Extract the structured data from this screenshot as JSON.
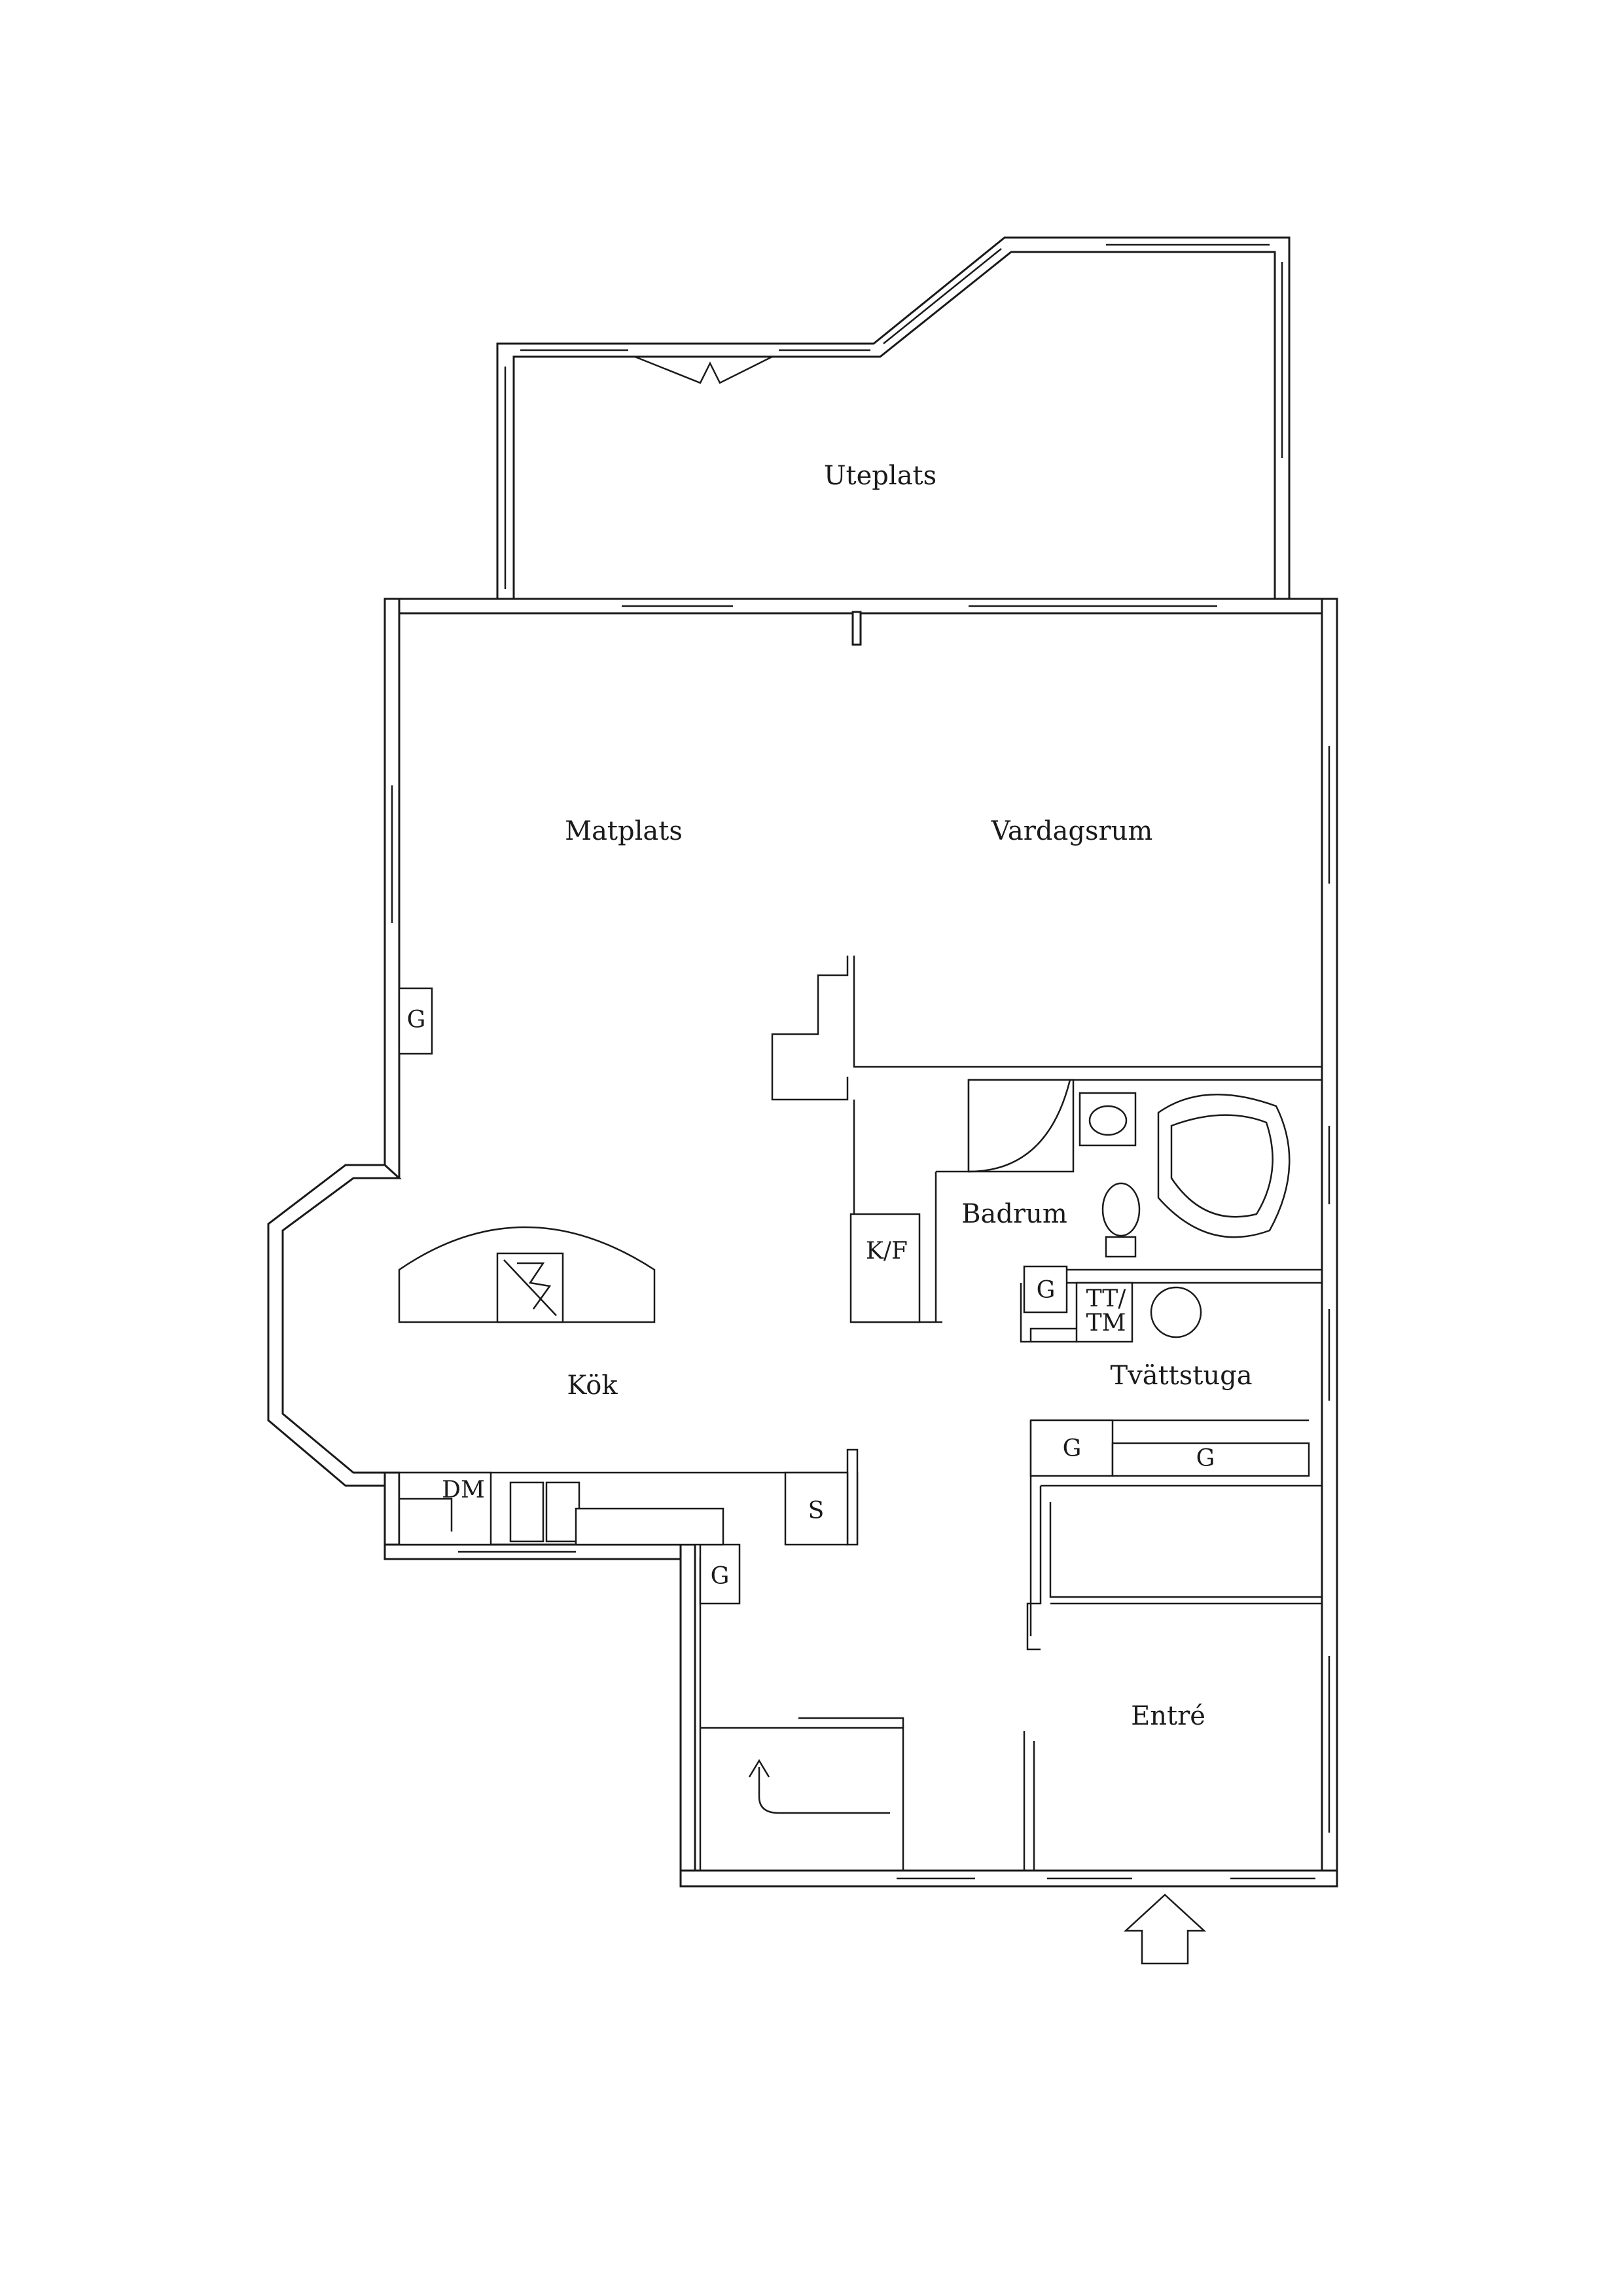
{
  "rooms": {
    "uteplats": "Uteplats",
    "matplats": "Matplats",
    "vardagsrum": "Vardagsrum",
    "kok": "Kök",
    "badrum": "Badrum",
    "tvattstuga": "Tvättstuga",
    "entre": "Entré"
  },
  "fixtures": {
    "g": "G",
    "kf": "K/F",
    "dm": "DM",
    "s": "S",
    "tt": "TT/",
    "tm": "TM"
  },
  "colors": {
    "line": "#1a1a1a",
    "background": "#ffffff"
  },
  "icons": {
    "entrance": "entrance-arrow-icon",
    "stove": "stove-icon",
    "stair": "stair-icon"
  }
}
